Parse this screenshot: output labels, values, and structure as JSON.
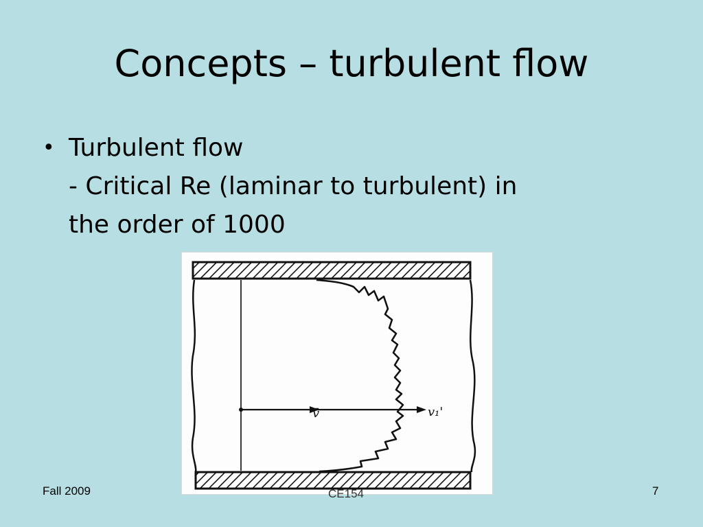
{
  "slide": {
    "title": "Concepts – turbulent flow",
    "bullet": {
      "symbol": "•",
      "lines": [
        "Turbulent flow",
        "- Critical Re (laminar to turbulent) in",
        "the order of 1000"
      ]
    },
    "figure": {
      "mean_velocity_label": "v̄",
      "fluctuation_label": "v₁'"
    }
  },
  "footer": {
    "left": "Fall 2009",
    "center": "CE154",
    "right": "7"
  }
}
